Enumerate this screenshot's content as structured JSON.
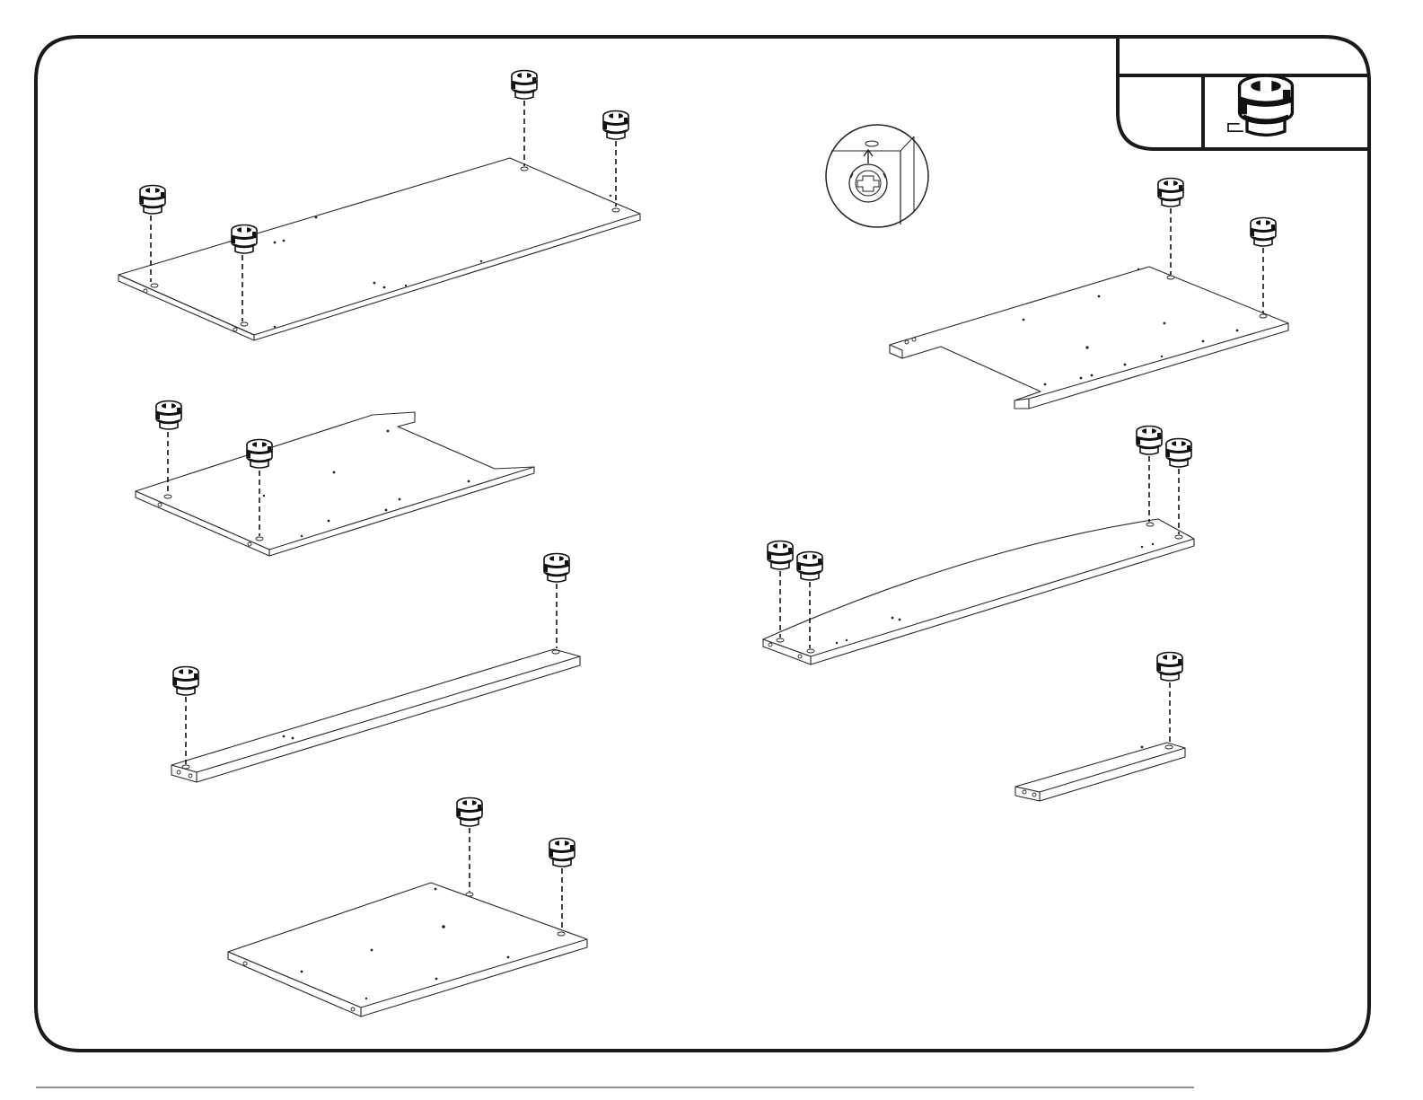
{
  "page": {
    "frame_stroke": "#1a1a1a",
    "background": "#ffffff"
  },
  "legend": {
    "header_text": "",
    "quantity_text": "",
    "part_icon": "cam-lock-fitting-icon"
  },
  "panels": [
    {
      "name": "top-panel",
      "cam_locks": 4
    },
    {
      "name": "notched-panel-left",
      "cam_locks": 2
    },
    {
      "name": "long-rail",
      "cam_locks": 2
    },
    {
      "name": "bottom-panel",
      "cam_locks": 2
    },
    {
      "name": "notched-panel-right",
      "cam_locks": 2
    },
    {
      "name": "curved-front-rail",
      "cam_locks": 4
    },
    {
      "name": "short-rail",
      "cam_locks": 1
    }
  ],
  "detail": {
    "icon": "cam-lock-insertion-detail-icon"
  },
  "footer": {
    "text": ""
  }
}
